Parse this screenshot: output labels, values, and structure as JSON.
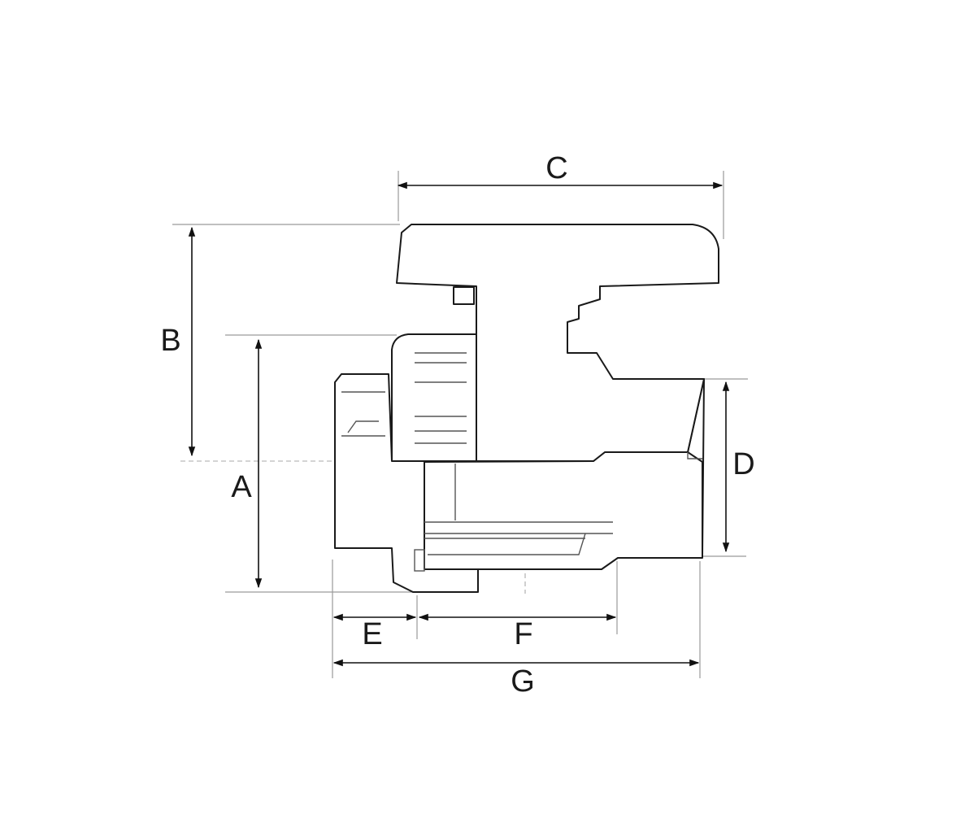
{
  "dimensions": {
    "a": "A",
    "b": "B",
    "c": "C",
    "d": "D",
    "e": "E",
    "f": "F",
    "g": "G"
  },
  "colors": {
    "line": "#1a1a1a",
    "background": "#ffffff"
  }
}
